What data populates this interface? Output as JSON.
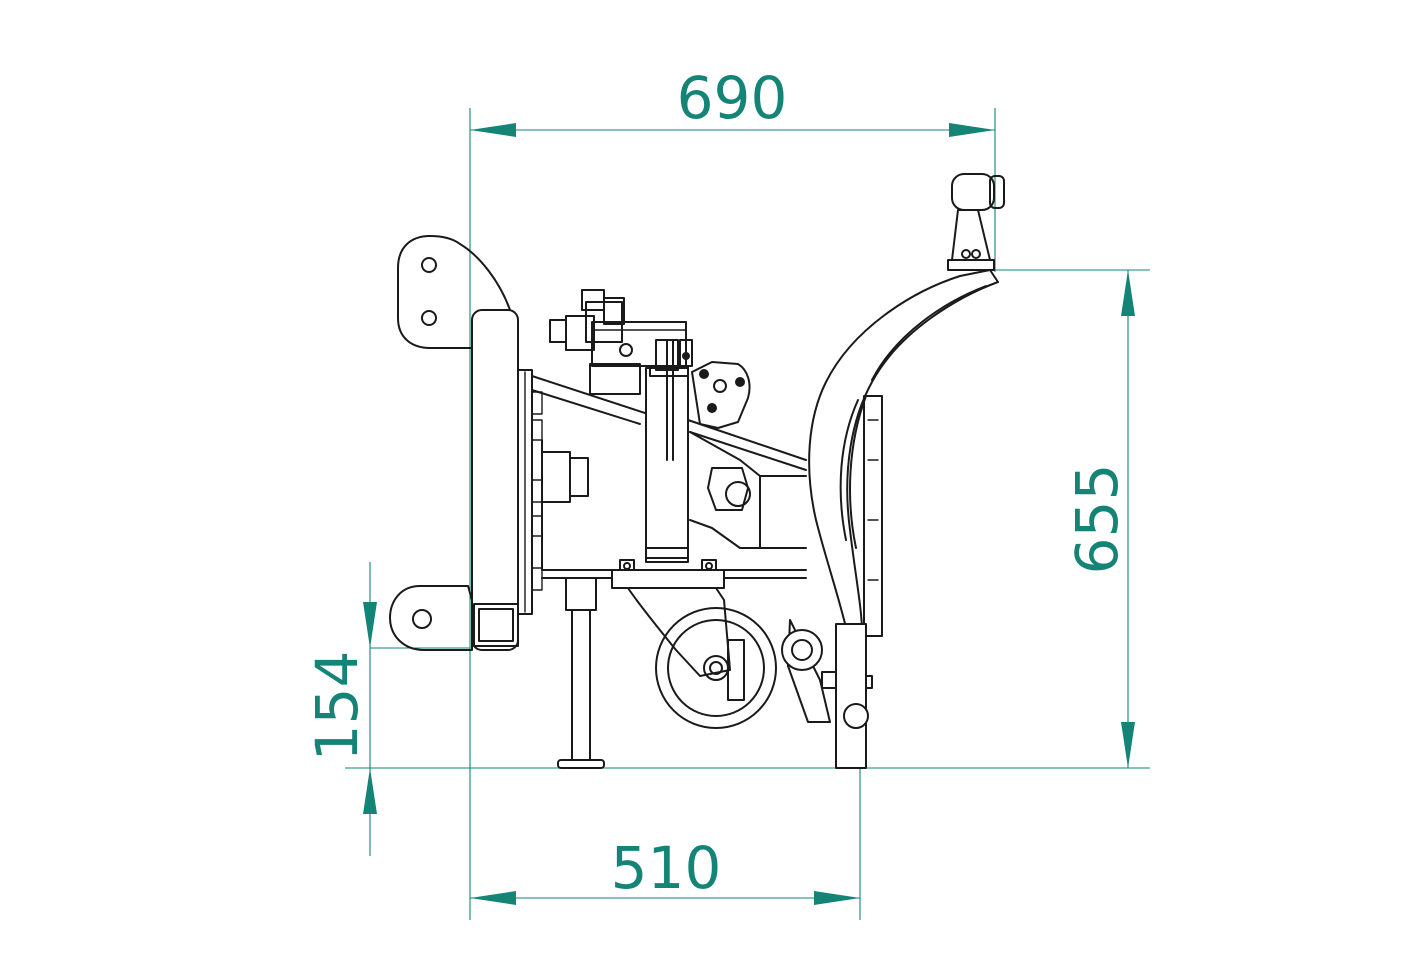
{
  "drawing": {
    "colors": {
      "dimension": "#138476",
      "outline": "#1a1a1a",
      "background": "#ffffff"
    },
    "dimensions": {
      "overall_width": "690",
      "base_width": "510",
      "overall_height": "655",
      "hitch_height": "154"
    }
  }
}
